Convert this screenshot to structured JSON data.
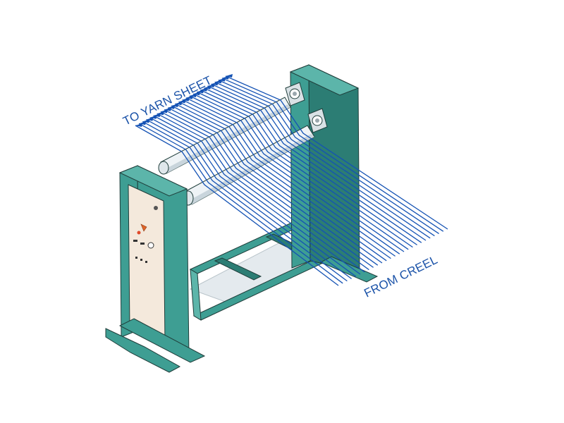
{
  "labels": {
    "to_yarn_sheet": "TO YARN SHEET",
    "from_creel": "FROM CREEL"
  },
  "colors": {
    "frame": "#3e9e93",
    "frame_dark": "#2c7d74",
    "frame_light": "#5cb5aa",
    "outline": "#1f3d3a",
    "yarn": "#1452b4",
    "roller": "#eef3f6",
    "roller_shade": "#c9d5dc",
    "panel": "#f4e9dc",
    "floor": "#e2e8ec",
    "label": "#1a52a8"
  },
  "diagram": {
    "yarn_ends": 26
  }
}
